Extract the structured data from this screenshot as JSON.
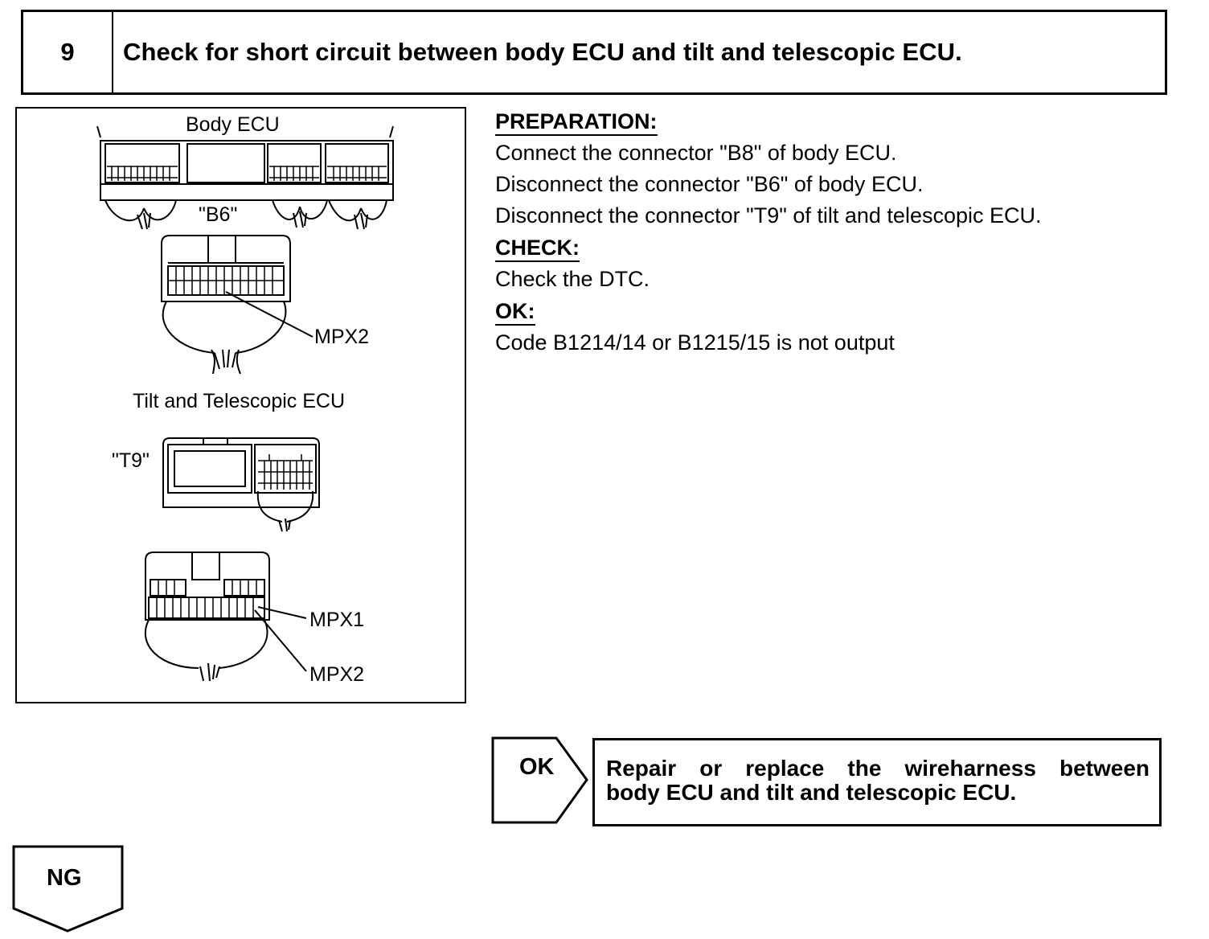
{
  "step": {
    "number": "9",
    "title": "Check for short circuit between body ECU and tilt and telescopic ECU."
  },
  "figure": {
    "body_ecu_label": "Body ECU",
    "b6_label": "\"B6\"",
    "mpx2_top_label": "MPX2",
    "tilt_ecu_label": "Tilt and Telescopic ECU",
    "t9_label": "\"T9\"",
    "mpx1_label": "MPX1",
    "mpx2_bottom_label": "MPX2"
  },
  "instructions": {
    "preparation_heading": "PREPARATION:",
    "preparation_lines": [
      "Connect the connector \"B8\" of body ECU.",
      "Disconnect the connector \"B6\" of body ECU.",
      "Disconnect the connector \"T9\" of tilt and telescopic ECU."
    ],
    "check_heading": "CHECK:",
    "check_line": "Check the DTC.",
    "ok_heading": "OK:",
    "ok_line": "Code B1214/14 or B1215/15 is not output"
  },
  "flow": {
    "ok_label": "OK",
    "ok_result_line1": "Repair or replace the wireharness between",
    "ok_result_line2": "body ECU and tilt and telescopic ECU.",
    "ng_label": "NG"
  }
}
